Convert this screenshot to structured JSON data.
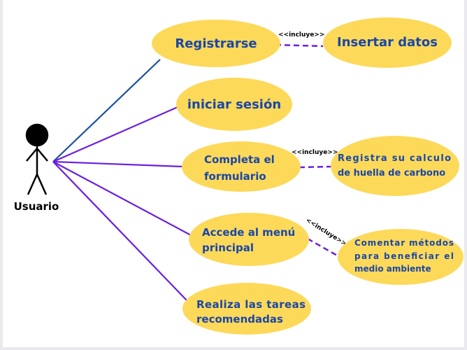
{
  "actor": {
    "label": "Usuario"
  },
  "include_label": "<<incluye>>",
  "colors": {
    "ellipse": "#fdd95a",
    "text": "#1b47a5",
    "assoc_blue": "#1a4fa0",
    "assoc_purple": "#6a1fe0"
  },
  "use_cases": {
    "registrarse": [
      "Registrarse"
    ],
    "insertar": [
      "Insertar datos"
    ],
    "sesion": [
      "iniciar sesión"
    ],
    "formulario": [
      "Completa el",
      "formulario"
    ],
    "huella": [
      "Registra su calculo",
      "de huella de carbono"
    ],
    "menu": [
      "Accede al menú",
      "principal"
    ],
    "comentar": [
      "Comentar métodos",
      "para beneficiar el",
      "medio ambiente"
    ],
    "tareas": [
      "Realiza las tareas",
      "recomendadas"
    ]
  }
}
